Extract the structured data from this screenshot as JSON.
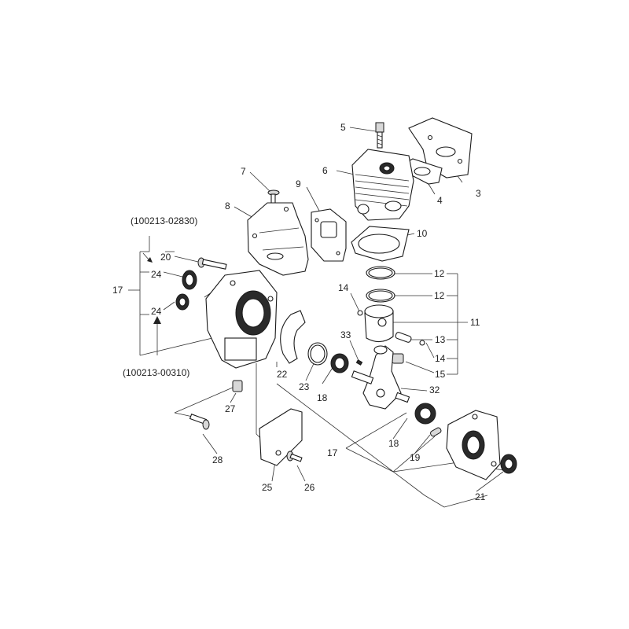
{
  "callouts": {
    "c3": "3",
    "c4": "4",
    "c5": "5",
    "c6": "6",
    "c7": "7",
    "c8": "8",
    "c9": "9",
    "c10": "10",
    "c11": "11",
    "c12a": "12",
    "c12b": "12",
    "c13": "13",
    "c14a": "14",
    "c14b": "14",
    "c15": "15",
    "c17a": "17",
    "c17b": "17",
    "c18a": "18",
    "c18b": "18",
    "c19": "19",
    "c20": "20",
    "c21": "21",
    "c22": "22",
    "c23": "23",
    "c24a": "24",
    "c24b": "24",
    "c25": "25",
    "c26": "26",
    "c27": "27",
    "c28": "28",
    "c32": "32",
    "c33": "33"
  },
  "part_numbers": {
    "upper": "(100213-02830)",
    "lower": "(100213-00310)"
  }
}
